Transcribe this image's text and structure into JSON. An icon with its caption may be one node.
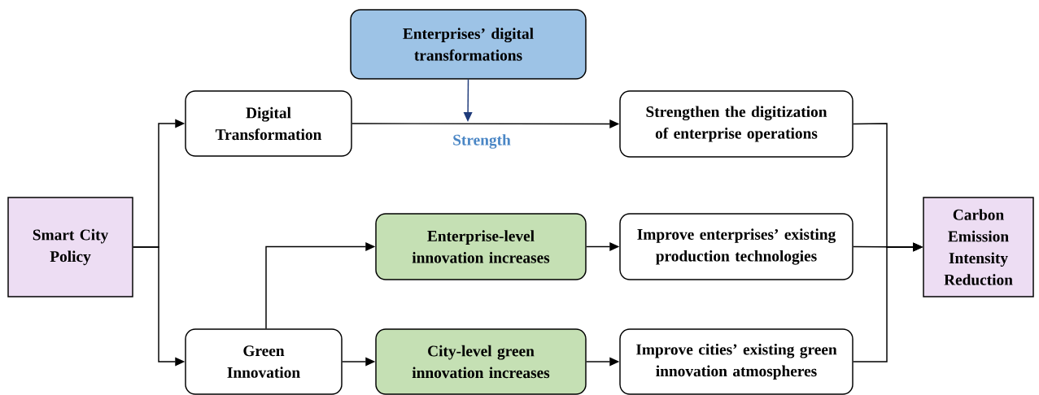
{
  "diagram": {
    "nodes": [
      {
        "text": [
          "Smart City Policy"
        ]
      },
      {
        "text": [
          "Enterprises’ digital transformations"
        ]
      },
      {
        "text": [
          "Digital Transformation"
        ]
      },
      {
        "text": [
          "Strengthen the digitization of enterprise operations"
        ]
      },
      {
        "text": [
          "Enterprise-level innovation increases"
        ]
      },
      {
        "text": [
          "Improve enterprises’ existing production technologies"
        ]
      },
      {
        "text": [
          "Green Innovation"
        ]
      },
      {
        "text": [
          "City-level green innovation increases"
        ]
      },
      {
        "text": [
          "Improve cities’ existing green innovation atmospheres"
        ]
      },
      {
        "text": [
          "Carbon Emission Intensity Reduction"
        ]
      }
    ],
    "edges": [
      {
        "from": 0,
        "to": 2,
        "arrow": "to"
      },
      {
        "from": 0,
        "to": 6,
        "arrow": "to"
      },
      {
        "from": 2,
        "to": 3,
        "arrow": "to"
      },
      {
        "from": 1,
        "to": null,
        "arrow": "to",
        "color": "#1f3b7a",
        "label": "Strength"
      },
      {
        "from": 6,
        "to": 4,
        "arrow": "to"
      },
      {
        "from": 6,
        "to": 7,
        "arrow": "to"
      },
      {
        "from": 4,
        "to": 5,
        "arrow": "to"
      },
      {
        "from": 7,
        "to": 8,
        "arrow": "to"
      },
      {
        "from": 3,
        "to": 9,
        "arrow": "to"
      },
      {
        "from": 5,
        "to": 9,
        "arrow": "to"
      },
      {
        "from": 8,
        "to": 9,
        "arrow": "to"
      }
    ]
  }
}
